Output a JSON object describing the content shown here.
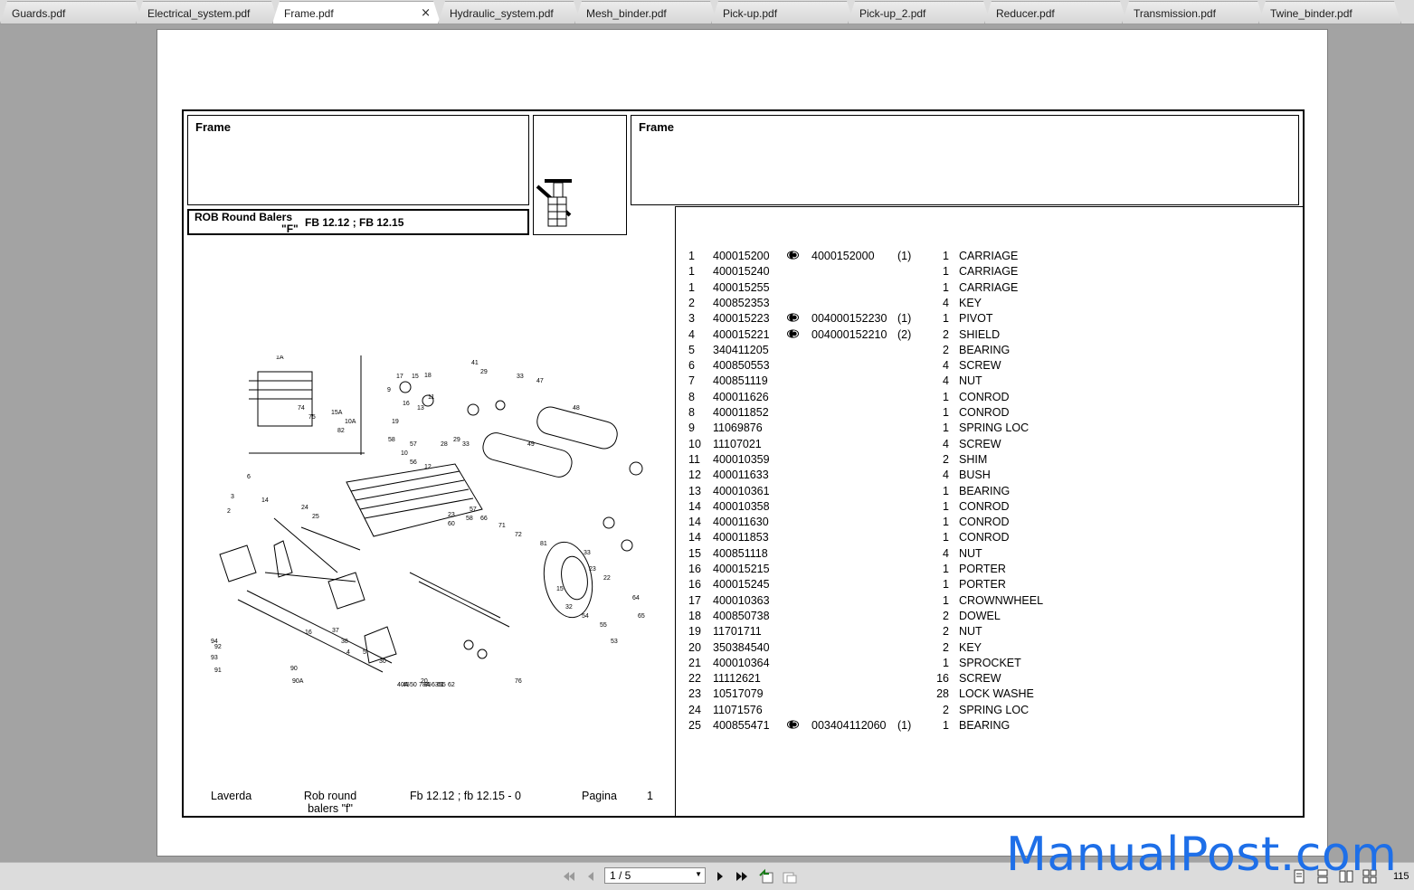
{
  "tabs": [
    {
      "label": "Guards.pdf",
      "active": false
    },
    {
      "label": "Electrical_system.pdf",
      "active": false
    },
    {
      "label": "Frame.pdf",
      "active": true
    },
    {
      "label": "Hydraulic_system.pdf",
      "active": false
    },
    {
      "label": "Mesh_binder.pdf",
      "active": false
    },
    {
      "label": "Pick-up.pdf",
      "active": false
    },
    {
      "label": "Pick-up_2.pdf",
      "active": false
    },
    {
      "label": "Reducer.pdf",
      "active": false
    },
    {
      "label": "Transmission.pdf",
      "active": false
    },
    {
      "label": "Twine_binder.pdf",
      "active": false
    }
  ],
  "tab_close": "×",
  "document": {
    "left_title": "Frame",
    "right_title": "Frame",
    "model_line1": "ROB Round Balers",
    "model_line2": "\"F\"",
    "model_line3": "FB 12.12 ; FB 12.15",
    "footer": {
      "brand": "Laverda",
      "series_line1": "Rob round",
      "series_line2": "balers \"f\"",
      "model": "Fb 12.12 ; fb 12.15 - 0",
      "page_label": "Pagina",
      "page_number": "1"
    },
    "parts": [
      {
        "ref": "1",
        "code": "400015200",
        "alt": "4000152000",
        "note": "(1)",
        "qty": "1",
        "desc": "CARRIAGE"
      },
      {
        "ref": "1",
        "code": "400015240",
        "alt": "",
        "note": "",
        "qty": "1",
        "desc": "CARRIAGE"
      },
      {
        "ref": "1",
        "code": "400015255",
        "alt": "",
        "note": "",
        "qty": "1",
        "desc": "CARRIAGE"
      },
      {
        "ref": "2",
        "code": "400852353",
        "alt": "",
        "note": "",
        "qty": "4",
        "desc": "KEY"
      },
      {
        "ref": "3",
        "code": "400015223",
        "alt": "004000152230",
        "note": "(1)",
        "qty": "1",
        "desc": "PIVOT"
      },
      {
        "ref": "4",
        "code": "400015221",
        "alt": "004000152210",
        "note": "(2)",
        "qty": "2",
        "desc": "SHIELD"
      },
      {
        "ref": "5",
        "code": "340411205",
        "alt": "",
        "note": "",
        "qty": "2",
        "desc": "BEARING"
      },
      {
        "ref": "6",
        "code": "400850553",
        "alt": "",
        "note": "",
        "qty": "4",
        "desc": "SCREW"
      },
      {
        "ref": "7",
        "code": "400851119",
        "alt": "",
        "note": "",
        "qty": "4",
        "desc": "NUT"
      },
      {
        "ref": "8",
        "code": "400011626",
        "alt": "",
        "note": "",
        "qty": "1",
        "desc": "CONROD"
      },
      {
        "ref": "8",
        "code": "400011852",
        "alt": "",
        "note": "",
        "qty": "1",
        "desc": "CONROD"
      },
      {
        "ref": "9",
        "code": "11069876",
        "alt": "",
        "note": "",
        "qty": "1",
        "desc": "SPRING LOC"
      },
      {
        "ref": "10",
        "code": "11107021",
        "alt": "",
        "note": "",
        "qty": "4",
        "desc": "SCREW"
      },
      {
        "ref": "11",
        "code": "400010359",
        "alt": "",
        "note": "",
        "qty": "2",
        "desc": "SHIM"
      },
      {
        "ref": "12",
        "code": "400011633",
        "alt": "",
        "note": "",
        "qty": "4",
        "desc": "BUSH"
      },
      {
        "ref": "13",
        "code": "400010361",
        "alt": "",
        "note": "",
        "qty": "1",
        "desc": "BEARING"
      },
      {
        "ref": "14",
        "code": "400010358",
        "alt": "",
        "note": "",
        "qty": "1",
        "desc": "CONROD"
      },
      {
        "ref": "14",
        "code": "400011630",
        "alt": "",
        "note": "",
        "qty": "1",
        "desc": "CONROD"
      },
      {
        "ref": "14",
        "code": "400011853",
        "alt": "",
        "note": "",
        "qty": "1",
        "desc": "CONROD"
      },
      {
        "ref": "15",
        "code": "400851118",
        "alt": "",
        "note": "",
        "qty": "4",
        "desc": "NUT"
      },
      {
        "ref": "16",
        "code": "400015215",
        "alt": "",
        "note": "",
        "qty": "1",
        "desc": "PORTER"
      },
      {
        "ref": "16",
        "code": "400015245",
        "alt": "",
        "note": "",
        "qty": "1",
        "desc": "PORTER"
      },
      {
        "ref": "17",
        "code": "400010363",
        "alt": "",
        "note": "",
        "qty": "1",
        "desc": "CROWNWHEEL"
      },
      {
        "ref": "18",
        "code": "400850738",
        "alt": "",
        "note": "",
        "qty": "2",
        "desc": "DOWEL"
      },
      {
        "ref": "19",
        "code": "11701711",
        "alt": "",
        "note": "",
        "qty": "2",
        "desc": "NUT"
      },
      {
        "ref": "20",
        "code": "350384540",
        "alt": "",
        "note": "",
        "qty": "2",
        "desc": "KEY"
      },
      {
        "ref": "21",
        "code": "400010364",
        "alt": "",
        "note": "",
        "qty": "1",
        "desc": "SPROCKET"
      },
      {
        "ref": "22",
        "code": "11112621",
        "alt": "",
        "note": "",
        "qty": "16",
        "desc": "SCREW"
      },
      {
        "ref": "23",
        "code": "10517079",
        "alt": "",
        "note": "",
        "qty": "28",
        "desc": "LOCK WASHE"
      },
      {
        "ref": "24",
        "code": "11071576",
        "alt": "",
        "note": "",
        "qty": "2",
        "desc": "SPRING LOC"
      },
      {
        "ref": "25",
        "code": "400855471",
        "alt": "003404112060",
        "note": "(1)",
        "qty": "1",
        "desc": "BEARING"
      }
    ],
    "diagram_labels": [
      "1A",
      "74",
      "75",
      "15A",
      "10A",
      "82",
      "9",
      "17",
      "15",
      "18",
      "41",
      "29",
      "33",
      "47",
      "48",
      "16",
      "19",
      "57",
      "58",
      "10",
      "56",
      "12",
      "28",
      "29",
      "33",
      "49",
      "13",
      "11",
      "6",
      "14",
      "3",
      "2",
      "24",
      "25",
      "23",
      "60",
      "58",
      "57",
      "66",
      "71",
      "72",
      "81",
      "33",
      "23",
      "22",
      "64",
      "65",
      "15",
      "32",
      "54",
      "55",
      "53",
      "76",
      "94",
      "92",
      "93",
      "91",
      "16",
      "37",
      "90",
      "90A",
      "38",
      "4",
      "5",
      "30",
      "20",
      "50",
      "40A",
      "45",
      "85",
      "63",
      "61",
      "62",
      "78A",
      "55"
    ]
  },
  "toolbar": {
    "page_indicator": "1 / 5",
    "zoom": "115"
  },
  "watermark": "ManualPost.com",
  "colors": {
    "watermark": "#1e6fe8",
    "chrome": "#dcdcdc",
    "viewer_bg": "#a3a3a3"
  }
}
